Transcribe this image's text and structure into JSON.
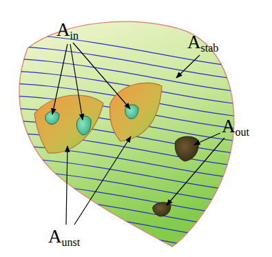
{
  "diagram": {
    "labels": [
      "Ain",
      "Astab",
      "Aout",
      "Aunst"
    ]
  }
}
